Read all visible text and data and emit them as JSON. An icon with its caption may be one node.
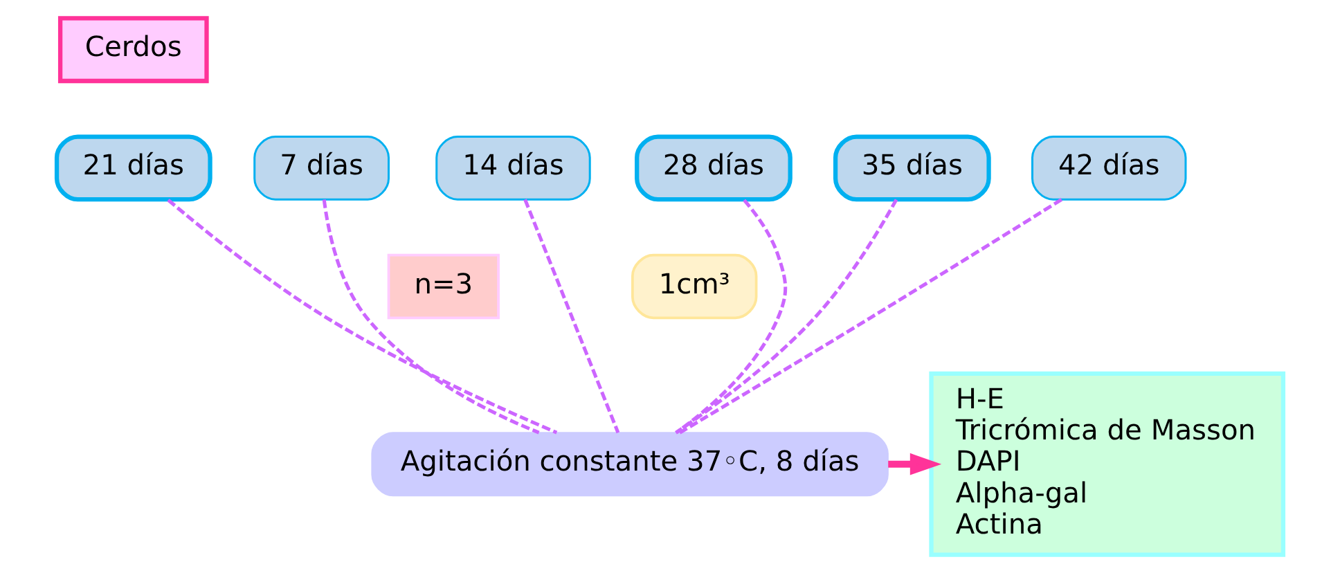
{
  "diagram": {
    "nodes": [
      {
        "text": [
          "Cerdos"
        ]
      },
      {
        "text": [
          "7 días"
        ]
      },
      {
        "text": [
          "14 días"
        ]
      },
      {
        "text": [
          "21 días"
        ]
      },
      {
        "text": [
          "28 días"
        ]
      },
      {
        "text": [
          "35 días"
        ]
      },
      {
        "text": [
          "42 días"
        ]
      },
      {
        "text": [
          "n=3"
        ]
      },
      {
        "text": [
          "1cm³"
        ]
      },
      {
        "text": [
          "Agitación constante 37◦C, 8 días"
        ]
      },
      {
        "text": [
          "H-E",
          "Tricrómica de Masson",
          "DAPI",
          "Alpha-gal",
          "Actina"
        ]
      }
    ],
    "edges": [
      {
        "from": 1,
        "to": 9,
        "arrow": "none",
        "style": "dashed",
        "color": "#cc66ff"
      },
      {
        "from": 2,
        "to": 9,
        "arrow": "none",
        "style": "dashed",
        "color": "#cc66ff"
      },
      {
        "from": 3,
        "to": 9,
        "arrow": "none",
        "style": "dashed",
        "color": "#cc66ff"
      },
      {
        "from": 4,
        "to": 9,
        "arrow": "none",
        "style": "dashed",
        "color": "#cc66ff"
      },
      {
        "from": 5,
        "to": 9,
        "arrow": "none",
        "style": "dashed",
        "color": "#cc66ff"
      },
      {
        "from": 6,
        "to": 9,
        "arrow": "none",
        "style": "dashed",
        "color": "#cc66ff"
      },
      {
        "from": 9,
        "to": 10,
        "arrow": "to",
        "style": "thick",
        "color": "#ff3399"
      }
    ]
  }
}
